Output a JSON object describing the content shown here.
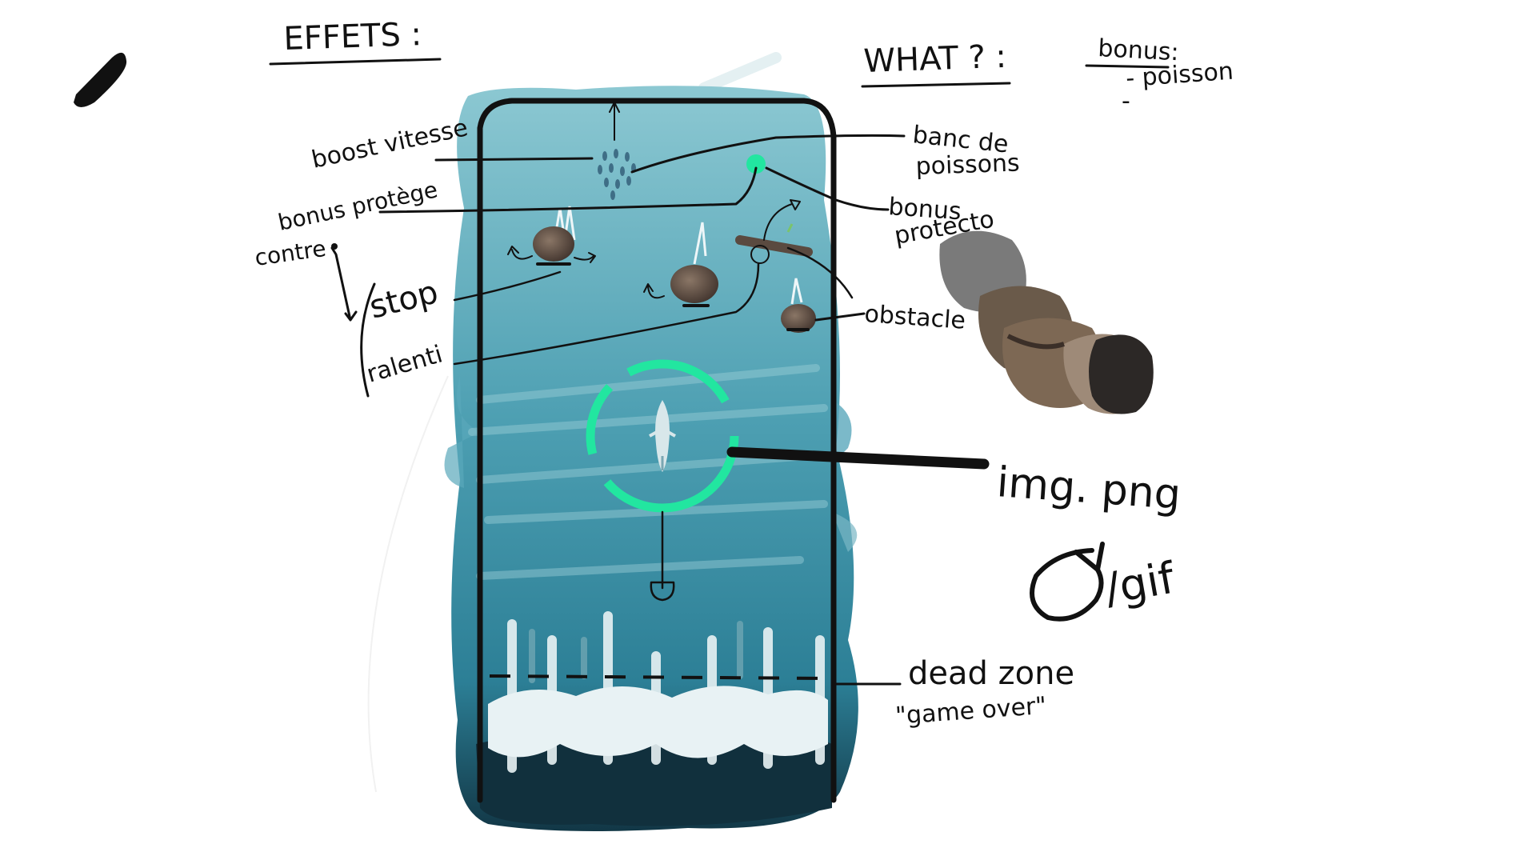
{
  "headings": {
    "effets": "EFFETS :",
    "what": "WHAT ? :",
    "bonus": "bonus:"
  },
  "bonus_list": {
    "item1": "- poisson",
    "item2": "-"
  },
  "effect_labels": {
    "boost": "boost vitesse",
    "bonus_protege": "bonus protège",
    "contre": "contre",
    "stop": "stop",
    "ralenti": "ralenti"
  },
  "what_labels": {
    "banc_line1": "banc de",
    "banc_line2": "poissons",
    "protect_line1": "bonus",
    "protect_line2": "protecto",
    "obstacle": "obstacle"
  },
  "asset_labels": {
    "img": "img. png",
    "gif": "/gif"
  },
  "dead_zone": {
    "line1": "dead zone",
    "line2": "\"game over\""
  },
  "colors": {
    "water_light": "#7fc0cc",
    "water_mid": "#3e94a8",
    "water_deep": "#143c4c",
    "bonus_green": "#22e6a0",
    "rock": "#5a4a40",
    "ink": "#111111"
  },
  "icons": [
    "pen-tool-icon",
    "refresh-loop-icon",
    "shark-player-icon",
    "rock-obstacle-icon",
    "fish-school-icon",
    "log-obstacle-icon"
  ]
}
